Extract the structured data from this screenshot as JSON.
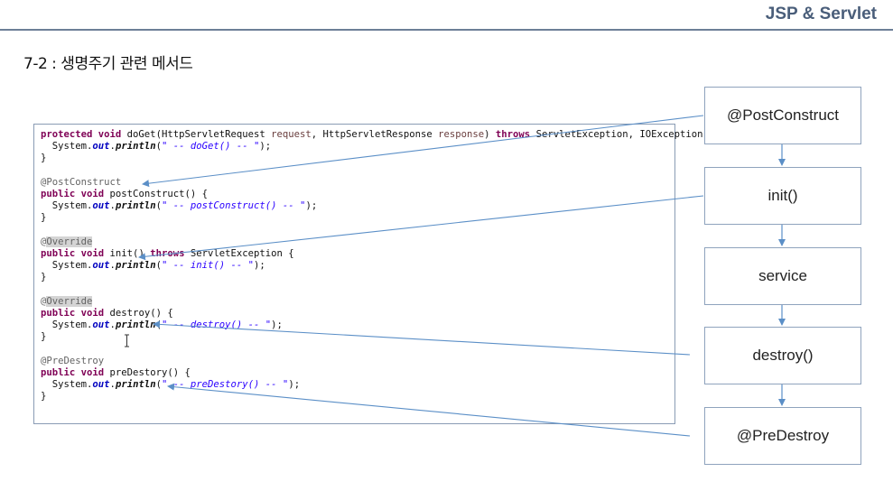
{
  "header": {
    "title": "JSP & Servlet"
  },
  "slide": {
    "title": "7-2 : 생명주기 관련 메서드"
  },
  "code": {
    "doget_mod": "protected void",
    "doget_sig": " doGet(HttpServletRequest ",
    "doget_p1": "request",
    "doget_mid": ", HttpServletResponse ",
    "doget_p2": "response",
    "doget_close": ") ",
    "throws": "throws",
    "doget_exc": " ServletException, IOException {",
    "sys": "  System.",
    "out": "out",
    "dot": ".",
    "println": "println",
    "open": "(",
    "close": ");",
    "brace": "}",
    "doget_str": "\" -- doGet() -- \"",
    "ann_postconstruct": "@PostConstruct",
    "public_void": "public void",
    "pc_sig": " postConstruct() {",
    "pc_str": "\" -- postConstruct() -- \"",
    "at": "@",
    "override": "Override",
    "init_sig": " init() ",
    "init_exc": " ServletException {",
    "init_str": "\" -- init() -- \"",
    "destroy_sig": " destroy() {",
    "destroy_str": "\" -- destroy() -- \"",
    "ann_predestroy": "@PreDestroy",
    "pd_sig": " preDestory() {",
    "pd_str": "\" -- preDestory() -- \""
  },
  "lifecycle": {
    "steps": [
      "@PostConstruct",
      "init()",
      "service",
      "destroy()",
      "@PreDestroy"
    ]
  },
  "colors": {
    "accent": "#4a5e7a",
    "arrow": "#5b8fc7",
    "box_border": "#8fa3bd"
  }
}
